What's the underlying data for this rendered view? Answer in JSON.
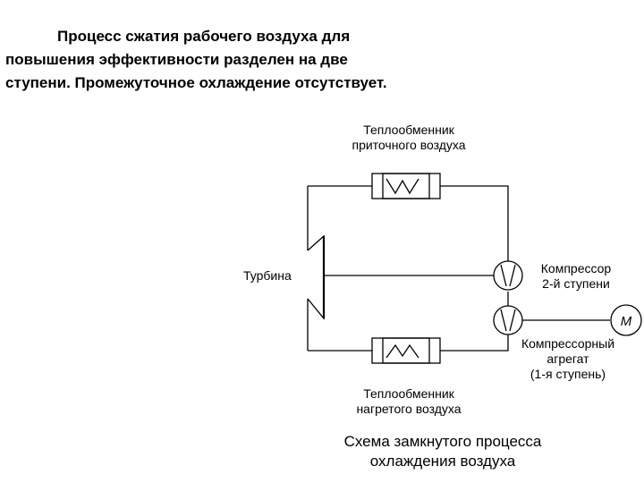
{
  "intro": {
    "line1": "Процесс сжатия рабочего воздуха для",
    "line2": "повышения эффективности разделен на две",
    "line3": "ступени. Промежуточное охлаждение отсутствует."
  },
  "labels": {
    "heat_exchanger_supply": [
      "Теплообменник",
      "приточного воздуха"
    ],
    "turbine": "Турбина",
    "compressor_stage2": [
      "Компрессор",
      "2-й ступени"
    ],
    "motor": "М",
    "compressor_unit": [
      "Компрессорный",
      "агрегат",
      "(1-я ступень)"
    ],
    "heat_exchanger_heated": [
      "Теплообменник",
      "нагретого воздуха"
    ]
  },
  "caption": {
    "line1": "Схема замкнутого процесса",
    "line2": "охлаждения воздуха"
  }
}
